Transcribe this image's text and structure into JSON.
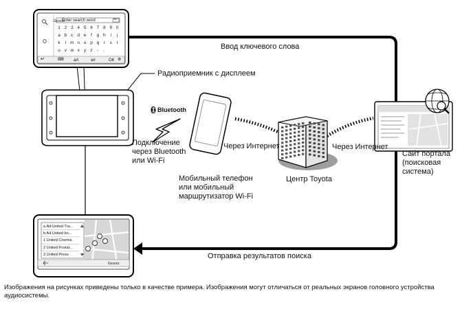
{
  "labels": {
    "keyword_input": "Ввод ключевого слова",
    "head_unit": "Радиоприемник с дисплеем",
    "connection_lines": [
      "Подключение",
      "через Bluetooth",
      "или Wi-Fi"
    ],
    "bluetooth": "Bluetooth",
    "phone_lines": [
      "Мобильный телефон",
      "или мобильный",
      "маршрутизатор Wi-Fi"
    ],
    "via_internet_1": "Через Интернет",
    "via_internet_2": "Через Интернет",
    "toyota_center": "Центр Toyota",
    "portal_lines": [
      "Сайт портала",
      "(поисковая",
      "система)"
    ],
    "search_results": "Отправка результатов поиска"
  },
  "keyboard_screen": {
    "search_placeholder": "Enter search word",
    "logo": "Gxxxxx",
    "rows": [
      [
        "1",
        "2",
        "3",
        "4",
        "5",
        "6",
        "7",
        "8",
        "9",
        "0"
      ],
      [
        "a",
        "b",
        "c",
        "d",
        "e",
        "f",
        "g",
        "h",
        "i",
        "j"
      ],
      [
        "k",
        "l",
        "m",
        "n",
        "o",
        "p",
        "q",
        "r",
        "s",
        "t"
      ],
      [
        "u",
        "v",
        "w",
        "x",
        "y",
        "z",
        "-",
        ".",
        "",
        ""
      ]
    ],
    "bottom_keys": [
      "aA",
      "a#",
      "OK"
    ]
  },
  "results_screen": {
    "items": [
      "a Ad:United Tra...",
      "b Ad:United bo...",
      "1 United Cinema",
      "2 United Postal...",
      "3 United Press"
    ],
    "logo": "Gxxxxx"
  },
  "footnote": "Изображения на рисунках приведены только в качестве примера. Изображения могут отличаться от реальных экранов головного устройства аудиосистемы."
}
